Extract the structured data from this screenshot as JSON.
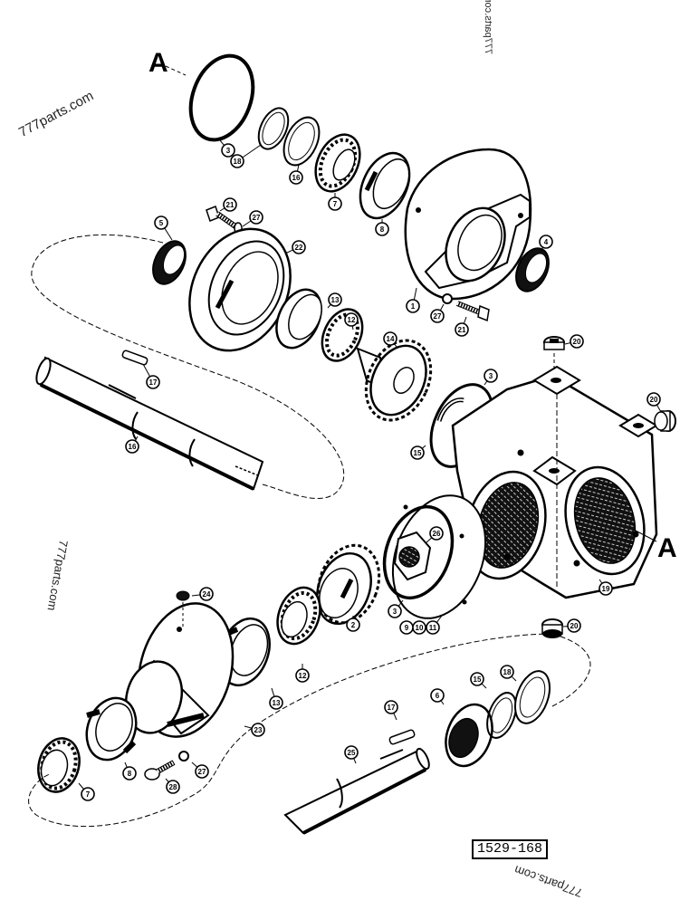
{
  "diagram": {
    "title": "Gearbox assembly exploded parts view",
    "reference_number": "1529-168",
    "section_marker": "A",
    "watermarks": [
      {
        "id": "top-left",
        "text": "777parts.com"
      },
      {
        "id": "top-right",
        "text": "777parts.com"
      },
      {
        "id": "left-middle",
        "text": "777parts.com"
      },
      {
        "id": "bottom-right",
        "text": "777parts.com"
      }
    ],
    "callouts": [
      {
        "id": "c-3-top",
        "label": "3"
      },
      {
        "id": "c-18-top",
        "label": "18"
      },
      {
        "id": "c-16-top",
        "label": "16"
      },
      {
        "id": "c-7-top",
        "label": "7"
      },
      {
        "id": "c-8-top",
        "label": "8"
      },
      {
        "id": "c-21-top",
        "label": "21"
      },
      {
        "id": "c-27-top",
        "label": "27"
      },
      {
        "id": "c-5",
        "label": "5"
      },
      {
        "id": "c-22-top",
        "label": "22"
      },
      {
        "id": "c-4",
        "label": "4"
      },
      {
        "id": "c-1",
        "label": "1"
      },
      {
        "id": "c-27-mid",
        "label": "27"
      },
      {
        "id": "c-21-mid",
        "label": "21"
      },
      {
        "id": "c-13-top",
        "label": "13"
      },
      {
        "id": "c-12-top",
        "label": "12"
      },
      {
        "id": "c-14",
        "label": "14"
      },
      {
        "id": "c-17-top",
        "label": "17"
      },
      {
        "id": "c-16-shaft",
        "label": "16"
      },
      {
        "id": "c-3-mid",
        "label": "3"
      },
      {
        "id": "c-15-mid",
        "label": "15"
      },
      {
        "id": "c-20-top",
        "label": "20"
      },
      {
        "id": "c-20-side",
        "label": "20"
      },
      {
        "id": "c-26",
        "label": "26"
      },
      {
        "id": "c-19",
        "label": "19"
      },
      {
        "id": "c-3-low",
        "label": "3"
      },
      {
        "id": "c-9",
        "label": "9"
      },
      {
        "id": "c-10",
        "label": "10"
      },
      {
        "id": "c-11",
        "label": "11"
      },
      {
        "id": "c-2",
        "label": "2"
      },
      {
        "id": "c-24",
        "label": "24"
      },
      {
        "id": "c-12-low",
        "label": "12"
      },
      {
        "id": "c-13-low",
        "label": "13"
      },
      {
        "id": "c-20-bottom",
        "label": "20"
      },
      {
        "id": "c-18-low",
        "label": "18"
      },
      {
        "id": "c-15-low",
        "label": "15"
      },
      {
        "id": "c-6",
        "label": "6"
      },
      {
        "id": "c-17-low",
        "label": "17"
      },
      {
        "id": "c-25",
        "label": "25"
      },
      {
        "id": "c-23",
        "label": "23"
      },
      {
        "id": "c-8-low",
        "label": "8"
      },
      {
        "id": "c-7-low",
        "label": "7"
      },
      {
        "id": "c-28",
        "label": "28"
      },
      {
        "id": "c-27-low",
        "label": "27"
      }
    ]
  }
}
